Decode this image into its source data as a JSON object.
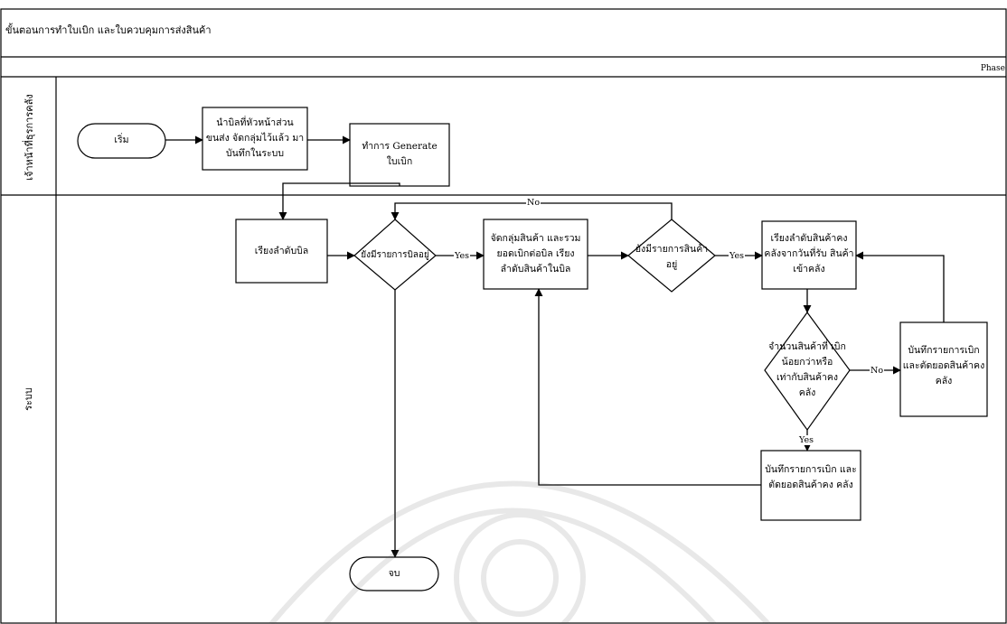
{
  "title": "ขั้นตอนการทำใบเบิก และใบควบคุมการส่งสินค้า",
  "phase_label": "Phase",
  "lanes": {
    "lane1": "เจ้าหน้าที่ธุรการคลัง",
    "lane2": "ระบบ"
  },
  "nodes": {
    "start": "เริ่ม",
    "bring_bills": "นำบิลที่หัวหน้าส่วน ขนส่ง จัดกลุ่มไว้แล้ว มาบันทึกในระบบ",
    "generate": "ทำการ Generate ใบเบิก",
    "sort_bills": "เรียงลำดับบิล",
    "check_bills": "ยังมีรายการบิลอยู่",
    "group_products": "จัดกลุ่มสินค้า และรวม ยอดเบิกต่อบิล เรียงลำดับสินค้าในบิล",
    "check_products": "ยังมีรายการสินค้า อยู่",
    "sort_stock": "เรียงลำดับสินค้าคง คลังจากวันที่รับ สินค้าเข้าคลัง",
    "check_qty": "จำนวนสินค้าที่ เบิกน้อยกว่าหรือ เท่ากับสินค้าคง คลัง",
    "record_no": "บันทึกรายการเบิก และตัดยอดสินค้าคง คลัง",
    "record_yes": "บันทึกรายการเบิก และตัดยอดสินค้าคง คลัง",
    "end": "จบ"
  },
  "edges": {
    "yes1": "Yes",
    "yes2": "Yes",
    "yes3": "Yes",
    "no1": "No",
    "no2": "No"
  }
}
